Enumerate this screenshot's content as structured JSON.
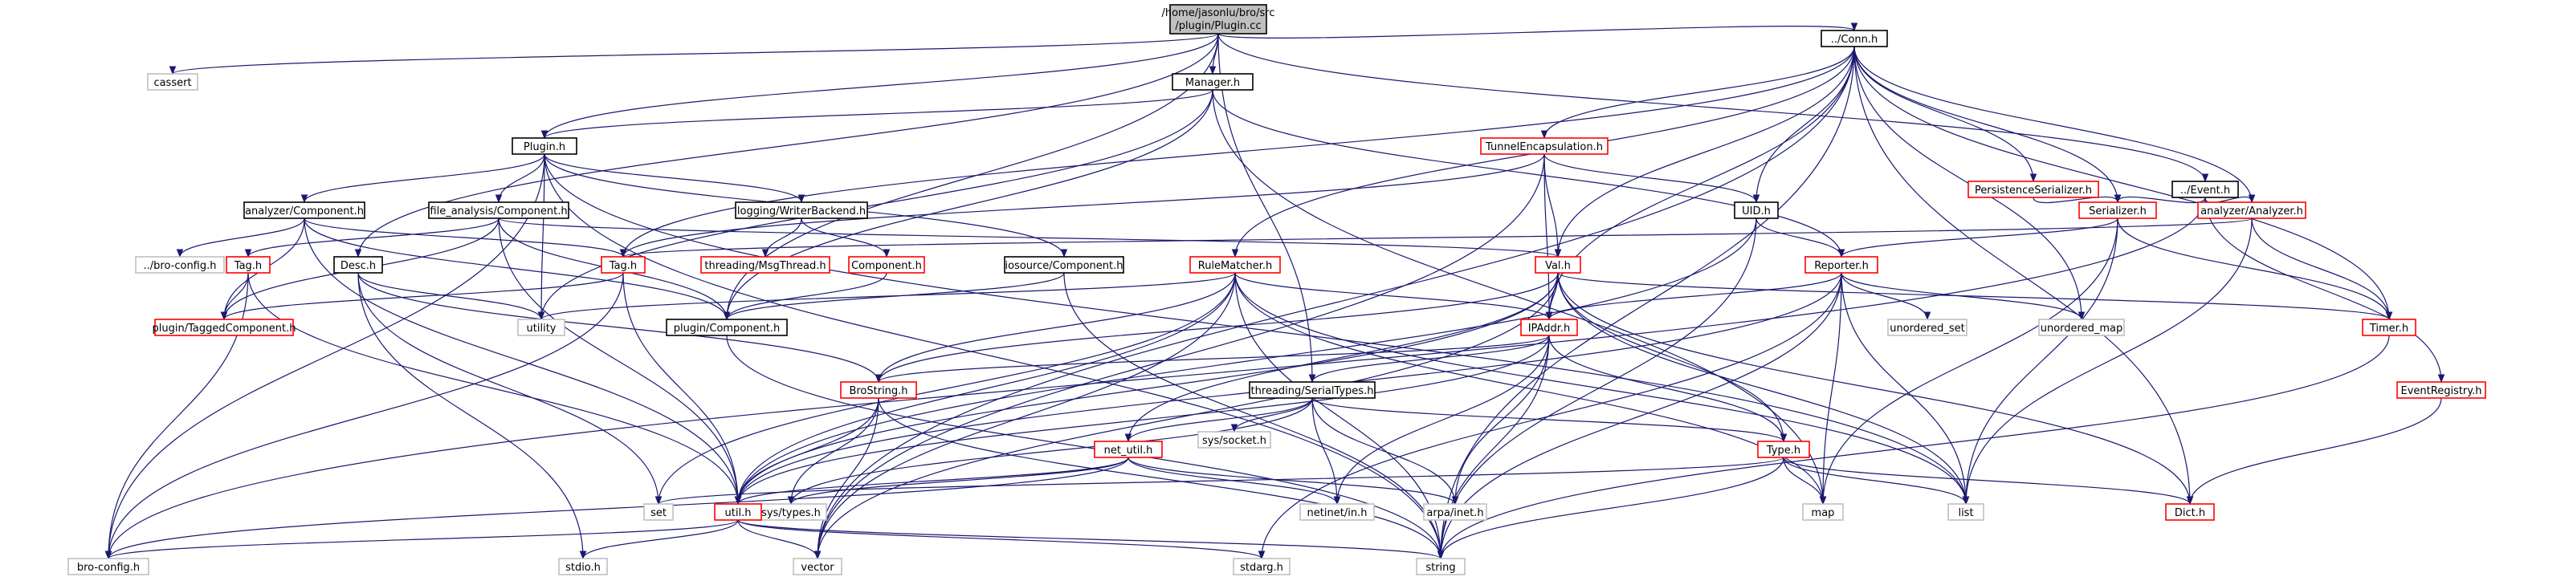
{
  "graph": {
    "nodes": [
      {
        "id": "plugin_cc",
        "lines": [
          "/home/jasonlu/bro/src",
          "/plugin/Plugin.cc"
        ],
        "style": "root"
      },
      {
        "id": "cassert",
        "lines": [
          "cassert"
        ],
        "style": "gray"
      },
      {
        "id": "manager_h",
        "lines": [
          "Manager.h"
        ],
        "style": "plain"
      },
      {
        "id": "conn_h",
        "lines": [
          "../Conn.h"
        ],
        "style": "plain"
      },
      {
        "id": "plugin_h",
        "lines": [
          "Plugin.h"
        ],
        "style": "plain"
      },
      {
        "id": "tunnel_h",
        "lines": [
          "TunnelEncapsulation.h"
        ],
        "style": "red"
      },
      {
        "id": "persist_h",
        "lines": [
          "PersistenceSerializer.h"
        ],
        "style": "red"
      },
      {
        "id": "event_h",
        "lines": [
          "../Event.h"
        ],
        "style": "plain"
      },
      {
        "id": "an_comp_h",
        "lines": [
          "analyzer/Component.h"
        ],
        "style": "plain"
      },
      {
        "id": "fa_comp_h",
        "lines": [
          "file_analysis/Component.h"
        ],
        "style": "plain"
      },
      {
        "id": "writer_h",
        "lines": [
          "logging/WriterBackend.h"
        ],
        "style": "plain"
      },
      {
        "id": "uid_h",
        "lines": [
          "UID.h"
        ],
        "style": "plain"
      },
      {
        "id": "serializer_h",
        "lines": [
          "Serializer.h"
        ],
        "style": "red"
      },
      {
        "id": "analyzer_h",
        "lines": [
          "analyzer/Analyzer.h"
        ],
        "style": "red"
      },
      {
        "id": "broconfig_top",
        "lines": [
          "../bro-config.h"
        ],
        "style": "gray"
      },
      {
        "id": "tag_h1",
        "lines": [
          "Tag.h"
        ],
        "style": "red"
      },
      {
        "id": "desc_h",
        "lines": [
          "Desc.h"
        ],
        "style": "plain"
      },
      {
        "id": "msgthread_h",
        "lines": [
          "threading/MsgThread.h"
        ],
        "style": "red"
      },
      {
        "id": "comp_h",
        "lines": [
          "Component.h"
        ],
        "style": "red"
      },
      {
        "id": "tag_h2",
        "lines": [
          "Tag.h"
        ],
        "style": "red"
      },
      {
        "id": "io_comp_h",
        "lines": [
          "iosource/Component.h"
        ],
        "style": "plain"
      },
      {
        "id": "rule_h",
        "lines": [
          "RuleMatcher.h"
        ],
        "style": "red"
      },
      {
        "id": "val_h",
        "lines": [
          "Val.h"
        ],
        "style": "red"
      },
      {
        "id": "reporter_h",
        "lines": [
          "Reporter.h"
        ],
        "style": "red"
      },
      {
        "id": "tagged_h",
        "lines": [
          "plugin/TaggedComponent.h"
        ],
        "style": "red"
      },
      {
        "id": "utility",
        "lines": [
          "utility"
        ],
        "style": "gray"
      },
      {
        "id": "plug_comp_h",
        "lines": [
          "plugin/Component.h"
        ],
        "style": "plain"
      },
      {
        "id": "ipaddr_h",
        "lines": [
          "IPAddr.h"
        ],
        "style": "red"
      },
      {
        "id": "unordered_set",
        "lines": [
          "unordered_set"
        ],
        "style": "gray"
      },
      {
        "id": "unordered_map",
        "lines": [
          "unordered_map"
        ],
        "style": "gray"
      },
      {
        "id": "timer_h",
        "lines": [
          "Timer.h"
        ],
        "style": "red"
      },
      {
        "id": "brostring_h",
        "lines": [
          "BroString.h"
        ],
        "style": "red"
      },
      {
        "id": "serial_h",
        "lines": [
          "threading/SerialTypes.h"
        ],
        "style": "plain"
      },
      {
        "id": "evreg_h",
        "lines": [
          "EventRegistry.h"
        ],
        "style": "red"
      },
      {
        "id": "sys_socket",
        "lines": [
          "sys/socket.h"
        ],
        "style": "gray"
      },
      {
        "id": "net_util_h",
        "lines": [
          "net_util.h"
        ],
        "style": "red"
      },
      {
        "id": "type_h",
        "lines": [
          "Type.h"
        ],
        "style": "red"
      },
      {
        "id": "set",
        "lines": [
          "set"
        ],
        "style": "gray"
      },
      {
        "id": "sys_types",
        "lines": [
          "sys/types.h"
        ],
        "style": "gray"
      },
      {
        "id": "netinet",
        "lines": [
          "netinet/in.h"
        ],
        "style": "gray"
      },
      {
        "id": "arpa",
        "lines": [
          "arpa/inet.h"
        ],
        "style": "gray"
      },
      {
        "id": "map",
        "lines": [
          "map"
        ],
        "style": "gray"
      },
      {
        "id": "list",
        "lines": [
          "list"
        ],
        "style": "gray"
      },
      {
        "id": "dict_h",
        "lines": [
          "Dict.h"
        ],
        "style": "red"
      },
      {
        "id": "util_h",
        "lines": [
          "util.h"
        ],
        "style": "red"
      },
      {
        "id": "broconfig_h",
        "lines": [
          "bro-config.h"
        ],
        "style": "gray"
      },
      {
        "id": "stdio",
        "lines": [
          "stdio.h"
        ],
        "style": "gray"
      },
      {
        "id": "vector",
        "lines": [
          "vector"
        ],
        "style": "gray"
      },
      {
        "id": "stdarg",
        "lines": [
          "stdarg.h"
        ],
        "style": "gray"
      },
      {
        "id": "string",
        "lines": [
          "string"
        ],
        "style": "gray"
      }
    ],
    "edges": [
      [
        "plugin_cc",
        "cassert"
      ],
      [
        "plugin_cc",
        "manager_h"
      ],
      [
        "plugin_cc",
        "conn_h"
      ],
      [
        "plugin_cc",
        "plugin_h"
      ],
      [
        "plugin_cc",
        "event_h"
      ],
      [
        "plugin_cc",
        "desc_h"
      ],
      [
        "plugin_cc",
        "plug_comp_h"
      ],
      [
        "plugin_cc",
        "serial_h"
      ],
      [
        "manager_h",
        "plugin_h"
      ],
      [
        "manager_h",
        "plug_comp_h"
      ],
      [
        "manager_h",
        "reporter_h"
      ],
      [
        "manager_h",
        "map"
      ],
      [
        "manager_h",
        "utility"
      ],
      [
        "conn_h",
        "tunnel_h"
      ],
      [
        "conn_h",
        "persist_h"
      ],
      [
        "conn_h",
        "serializer_h"
      ],
      [
        "conn_h",
        "analyzer_h"
      ],
      [
        "conn_h",
        "uid_h"
      ],
      [
        "conn_h",
        "val_h"
      ],
      [
        "conn_h",
        "ipaddr_h"
      ],
      [
        "conn_h",
        "timer_h"
      ],
      [
        "conn_h",
        "rule_h"
      ],
      [
        "conn_h",
        "tag_h2"
      ],
      [
        "conn_h",
        "unordered_map"
      ],
      [
        "conn_h",
        "dict_h"
      ],
      [
        "conn_h",
        "vector"
      ],
      [
        "conn_h",
        "string"
      ],
      [
        "plugin_h",
        "an_comp_h"
      ],
      [
        "plugin_h",
        "fa_comp_h"
      ],
      [
        "plugin_h",
        "writer_h"
      ],
      [
        "plugin_h",
        "io_comp_h"
      ],
      [
        "plugin_h",
        "broconfig_h"
      ],
      [
        "plugin_h",
        "utility"
      ],
      [
        "plugin_h",
        "list"
      ],
      [
        "plugin_h",
        "string"
      ],
      [
        "tunnel_h",
        "uid_h"
      ],
      [
        "tunnel_h",
        "val_h"
      ],
      [
        "tunnel_h",
        "ipaddr_h"
      ],
      [
        "tunnel_h",
        "vector"
      ],
      [
        "tunnel_h",
        "tag_h2"
      ],
      [
        "persist_h",
        "serializer_h"
      ],
      [
        "event_h",
        "serializer_h"
      ],
      [
        "event_h",
        "analyzer_h"
      ],
      [
        "event_h",
        "evreg_h"
      ],
      [
        "event_h",
        "broconfig_h"
      ],
      [
        "an_comp_h",
        "tagged_h"
      ],
      [
        "an_comp_h",
        "plug_comp_h"
      ],
      [
        "an_comp_h",
        "broconfig_top"
      ],
      [
        "an_comp_h",
        "tag_h2"
      ],
      [
        "an_comp_h",
        "util_h"
      ],
      [
        "fa_comp_h",
        "tag_h1"
      ],
      [
        "fa_comp_h",
        "tagged_h"
      ],
      [
        "fa_comp_h",
        "plug_comp_h"
      ],
      [
        "fa_comp_h",
        "val_h"
      ],
      [
        "fa_comp_h",
        "util_h"
      ],
      [
        "writer_h",
        "msgthread_h"
      ],
      [
        "writer_h",
        "comp_h"
      ],
      [
        "uid_h",
        "reporter_h"
      ],
      [
        "uid_h",
        "util_h"
      ],
      [
        "uid_h",
        "string"
      ],
      [
        "serializer_h",
        "reporter_h"
      ],
      [
        "serializer_h",
        "timer_h"
      ],
      [
        "serializer_h",
        "map"
      ],
      [
        "serializer_h",
        "list"
      ],
      [
        "analyzer_h",
        "tag_h2"
      ],
      [
        "analyzer_h",
        "timer_h"
      ],
      [
        "analyzer_h",
        "list"
      ],
      [
        "tag_h1",
        "tagged_h"
      ],
      [
        "tag_h1",
        "util_h"
      ],
      [
        "tag_h1",
        "broconfig_h"
      ],
      [
        "desc_h",
        "utility"
      ],
      [
        "desc_h",
        "brostring_h"
      ],
      [
        "desc_h",
        "set"
      ],
      [
        "desc_h",
        "stdio"
      ],
      [
        "comp_h",
        "plug_comp_h"
      ],
      [
        "tag_h2",
        "tagged_h"
      ],
      [
        "tag_h2",
        "util_h"
      ],
      [
        "tag_h2",
        "broconfig_h"
      ],
      [
        "io_comp_h",
        "plug_comp_h"
      ],
      [
        "io_comp_h",
        "string"
      ],
      [
        "rule_h",
        "ipaddr_h"
      ],
      [
        "rule_h",
        "brostring_h"
      ],
      [
        "rule_h",
        "util_h"
      ],
      [
        "rule_h",
        "set"
      ],
      [
        "rule_h",
        "map"
      ],
      [
        "rule_h",
        "vector"
      ],
      [
        "rule_h",
        "list"
      ],
      [
        "rule_h",
        "string"
      ],
      [
        "rule_h",
        "utility"
      ],
      [
        "val_h",
        "ipaddr_h"
      ],
      [
        "val_h",
        "type_h"
      ],
      [
        "val_h",
        "timer_h"
      ],
      [
        "val_h",
        "net_util_h"
      ],
      [
        "val_h",
        "util_h"
      ],
      [
        "val_h",
        "vector"
      ],
      [
        "val_h",
        "list"
      ],
      [
        "val_h",
        "dict_h"
      ],
      [
        "val_h",
        "brostring_h"
      ],
      [
        "reporter_h",
        "ipaddr_h"
      ],
      [
        "reporter_h",
        "unordered_set"
      ],
      [
        "reporter_h",
        "unordered_map"
      ],
      [
        "reporter_h",
        "map"
      ],
      [
        "reporter_h",
        "list"
      ],
      [
        "reporter_h",
        "stdarg"
      ],
      [
        "reporter_h",
        "util_h"
      ],
      [
        "reporter_h",
        "string"
      ],
      [
        "plug_comp_h",
        "string"
      ],
      [
        "ipaddr_h",
        "brostring_h"
      ],
      [
        "ipaddr_h",
        "serial_h"
      ],
      [
        "ipaddr_h",
        "netinet"
      ],
      [
        "ipaddr_h",
        "arpa"
      ],
      [
        "ipaddr_h",
        "string"
      ],
      [
        "ipaddr_h",
        "type_h"
      ],
      [
        "ipaddr_h",
        "util_h"
      ],
      [
        "timer_h",
        "string"
      ],
      [
        "brostring_h",
        "util_h"
      ],
      [
        "brostring_h",
        "sys_types"
      ],
      [
        "brostring_h",
        "vector"
      ],
      [
        "brostring_h",
        "string"
      ],
      [
        "serial_h",
        "sys_socket"
      ],
      [
        "serial_h",
        "net_util_h"
      ],
      [
        "serial_h",
        "netinet"
      ],
      [
        "serial_h",
        "arpa"
      ],
      [
        "serial_h",
        "type_h"
      ],
      [
        "serial_h",
        "sys_types"
      ],
      [
        "evreg_h",
        "dict_h"
      ],
      [
        "net_util_h",
        "util_h"
      ],
      [
        "net_util_h",
        "sys_types"
      ],
      [
        "net_util_h",
        "netinet"
      ],
      [
        "net_util_h",
        "arpa"
      ],
      [
        "net_util_h",
        "broconfig_h"
      ],
      [
        "type_h",
        "set"
      ],
      [
        "type_h",
        "map"
      ],
      [
        "type_h",
        "list"
      ],
      [
        "type_h",
        "string"
      ],
      [
        "type_h",
        "dict_h"
      ],
      [
        "util_h",
        "broconfig_h"
      ],
      [
        "util_h",
        "stdio"
      ],
      [
        "util_h",
        "vector"
      ],
      [
        "util_h",
        "stdarg"
      ],
      [
        "util_h",
        "string"
      ]
    ]
  }
}
